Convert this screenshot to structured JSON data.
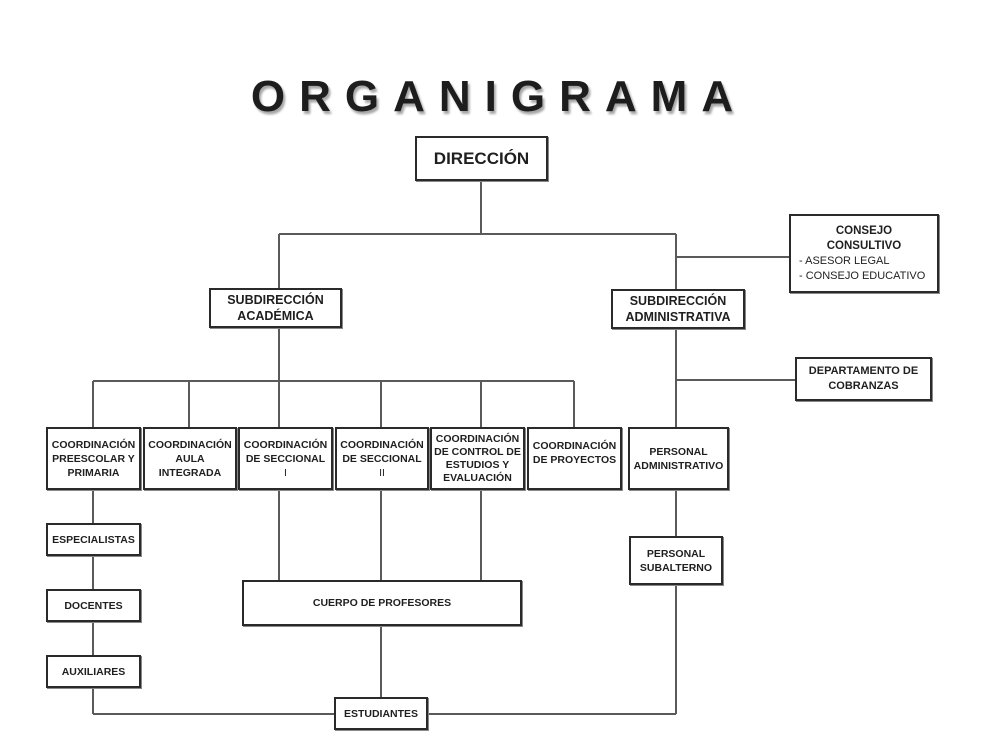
{
  "title": "ORGANIGRAMA",
  "nodes": {
    "direccion": {
      "lines": [
        "DIRECCIÓN"
      ]
    },
    "consejo": {
      "lines": [
        "CONSEJO",
        "CONSULTIVO"
      ],
      "items": [
        "- ASESOR LEGAL",
        "- CONSEJO  EDUCATIVO"
      ]
    },
    "sub_academica": {
      "lines": [
        "SUBDIRECCIÓN",
        "ACADÉMICA"
      ]
    },
    "sub_administrativa": {
      "lines": [
        "SUBDIRECCIÓN",
        "ADMINISTRATIVA"
      ]
    },
    "dep_cobranzas": {
      "lines": [
        "DEPARTAMENTO  DE",
        "COBRANZAS"
      ]
    },
    "coord_preescolar": {
      "lines": [
        "COORDINACIÓN",
        "PREESCOLAR Y",
        "PRIMARIA"
      ]
    },
    "coord_aula": {
      "lines": [
        "COORDINACIÓN",
        "AULA",
        "INTEGRADA"
      ]
    },
    "coord_seccional_1": {
      "lines": [
        "COORDINACIÓN",
        "DE SECCIONAL",
        "I"
      ]
    },
    "coord_seccional_2": {
      "lines": [
        "COORDINACIÓN",
        "DE SECCIONAL",
        "II"
      ]
    },
    "coord_control": {
      "lines": [
        "COORDINACIÓN",
        "DE CONTROL DE",
        "ESTUDIOS Y",
        "EVALUACIÓN"
      ]
    },
    "coord_proyectos": {
      "lines": [
        "COORDINACIÓN",
        "DE PROYECTOS"
      ]
    },
    "personal_admin": {
      "lines": [
        "PERSONAL",
        "ADMINISTRATIVO"
      ]
    },
    "especialistas": {
      "lines": [
        "ESPECIALISTAS"
      ]
    },
    "docentes": {
      "lines": [
        "DOCENTES"
      ]
    },
    "auxiliares": {
      "lines": [
        "AUXILIARES"
      ]
    },
    "cuerpo_profesores": {
      "lines": [
        "CUERPO DE PROFESORES"
      ]
    },
    "personal_subalterno": {
      "lines": [
        "PERSONAL",
        "SUBALTERNO"
      ]
    },
    "estudiantes": {
      "lines": [
        "ESTUDIANTES"
      ]
    }
  },
  "colors": {
    "line": "#555555",
    "border": "#2a2a2a",
    "text": "#1f1f1f",
    "background": "#ffffff"
  }
}
